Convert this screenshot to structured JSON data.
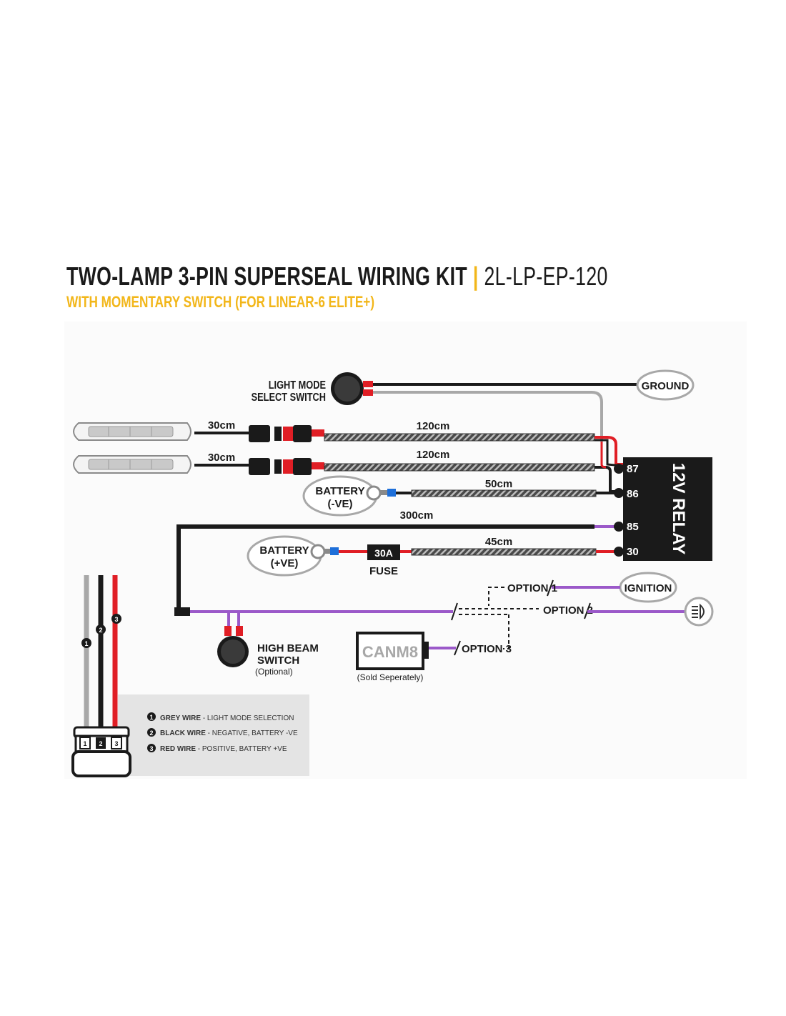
{
  "header": {
    "title": "TWO-LAMP 3-PIN SUPERSEAL WIRING KIT",
    "separator": "|",
    "code": "2L-LP-EP-120",
    "subtitle": "WITH MOMENTARY SWITCH (FOR LINEAR-6 ELITE+)"
  },
  "components": {
    "light_mode_switch": [
      "LIGHT MODE",
      "SELECT SWITCH"
    ],
    "ground": "GROUND",
    "battery_neg": [
      "BATTERY",
      "(-VE)"
    ],
    "battery_pos": [
      "BATTERY",
      "(+VE)"
    ],
    "fuse_value": "30A",
    "fuse_label": "FUSE",
    "relay": "12V RELAY",
    "relay_pins": [
      "87",
      "86",
      "85",
      "30"
    ],
    "ignition": "IGNITION",
    "high_beam_switch": [
      "HIGH BEAM",
      "SWITCH"
    ],
    "high_beam_optional": "(Optional)",
    "canm8": "CANM8",
    "canm8_note": "(Sold Seperately)",
    "option1": "OPTION 1",
    "option2": "OPTION 2",
    "option3": "OPTION 3"
  },
  "lengths": {
    "lamp1": "30cm",
    "lamp2": "30cm",
    "harness1": "120cm",
    "harness2": "120cm",
    "battery_neg": "50cm",
    "main": "300cm",
    "battery_pos": "45cm"
  },
  "connector": {
    "pins": [
      "1",
      "2",
      "3"
    ],
    "legend": [
      {
        "num": "1",
        "name": "GREY WIRE",
        "desc": " - LIGHT MODE SELECTION"
      },
      {
        "num": "2",
        "name": "BLACK WIRE",
        "desc": " - NEGATIVE, BATTERY -VE"
      },
      {
        "num": "3",
        "name": "RED WIRE",
        "desc": " - POSITIVE, BATTERY +VE"
      }
    ]
  },
  "colors": {
    "accent": "#f2b619",
    "black_wire": "#1a1a1a",
    "grey_wire": "#a8a8a8",
    "red_wire": "#e01e25",
    "purple_wire": "#9b59c9",
    "blue_terminal": "#1e6fd9"
  },
  "icons": [
    "light-mode-switch-icon",
    "high-beam-switch-icon",
    "headlight-icon",
    "fuse-icon",
    "relay-icon",
    "ring-terminal-icon",
    "lamp-icon"
  ]
}
